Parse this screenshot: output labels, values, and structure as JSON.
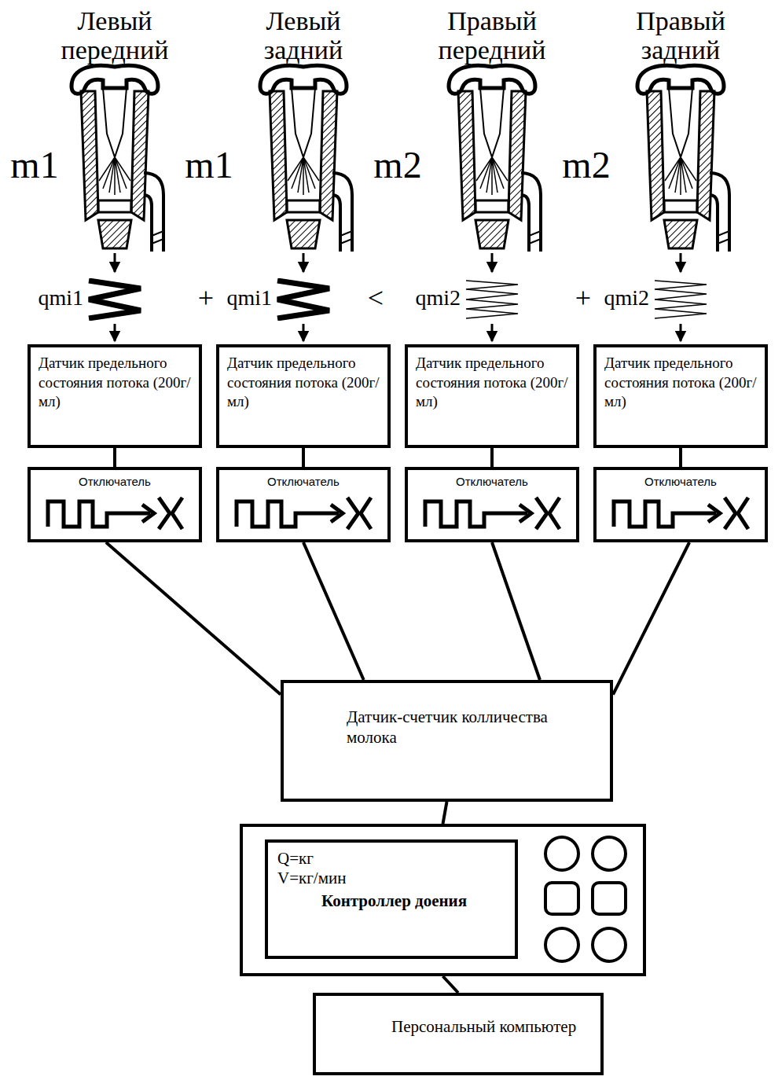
{
  "diagram": {
    "nodes": [
      {
        "text": [
          "Датчик предельного состояния потока (200г/мл)"
        ]
      },
      {
        "text": [
          "Датчик предельного состояния потока (200г/мл)"
        ]
      },
      {
        "text": [
          "Датчик предельного состояния потока (200г/мл)"
        ]
      },
      {
        "text": [
          "Датчик предельного состояния потока (200г/мл)"
        ]
      },
      {
        "text": [
          "Отключатель"
        ]
      },
      {
        "text": [
          "Отключатель"
        ]
      },
      {
        "text": [
          "Отключатель"
        ]
      },
      {
        "text": [
          "Отключатель"
        ]
      },
      {
        "text": [
          "Датчик-счетчик колличества молока"
        ]
      },
      {
        "text": [
          "Q=кг",
          "V=кг/мин",
          "Контроллер доения"
        ]
      },
      {
        "text": [
          "Персональный компьютер"
        ]
      }
    ],
    "edges": [
      {
        "from": 0,
        "to": 4,
        "arrow": "none"
      },
      {
        "from": 1,
        "to": 5,
        "arrow": "none"
      },
      {
        "from": 2,
        "to": 6,
        "arrow": "none"
      },
      {
        "from": 3,
        "to": 7,
        "arrow": "none"
      },
      {
        "from": 4,
        "to": 8,
        "arrow": "none"
      },
      {
        "from": 5,
        "to": 8,
        "arrow": "none"
      },
      {
        "from": 6,
        "to": 8,
        "arrow": "none"
      },
      {
        "from": 7,
        "to": 8,
        "arrow": "none"
      },
      {
        "from": 8,
        "to": 9,
        "arrow": "none"
      },
      {
        "from": 9,
        "to": 10,
        "arrow": "none"
      }
    ],
    "labels": [
      "Левый передний",
      "Левый задний",
      "Правый передний",
      "Правый задний",
      "m1",
      "m1",
      "m2",
      "m2",
      "qmi1",
      "+",
      "qmi1",
      "<",
      "qmi2",
      "+",
      "qmi2"
    ]
  }
}
